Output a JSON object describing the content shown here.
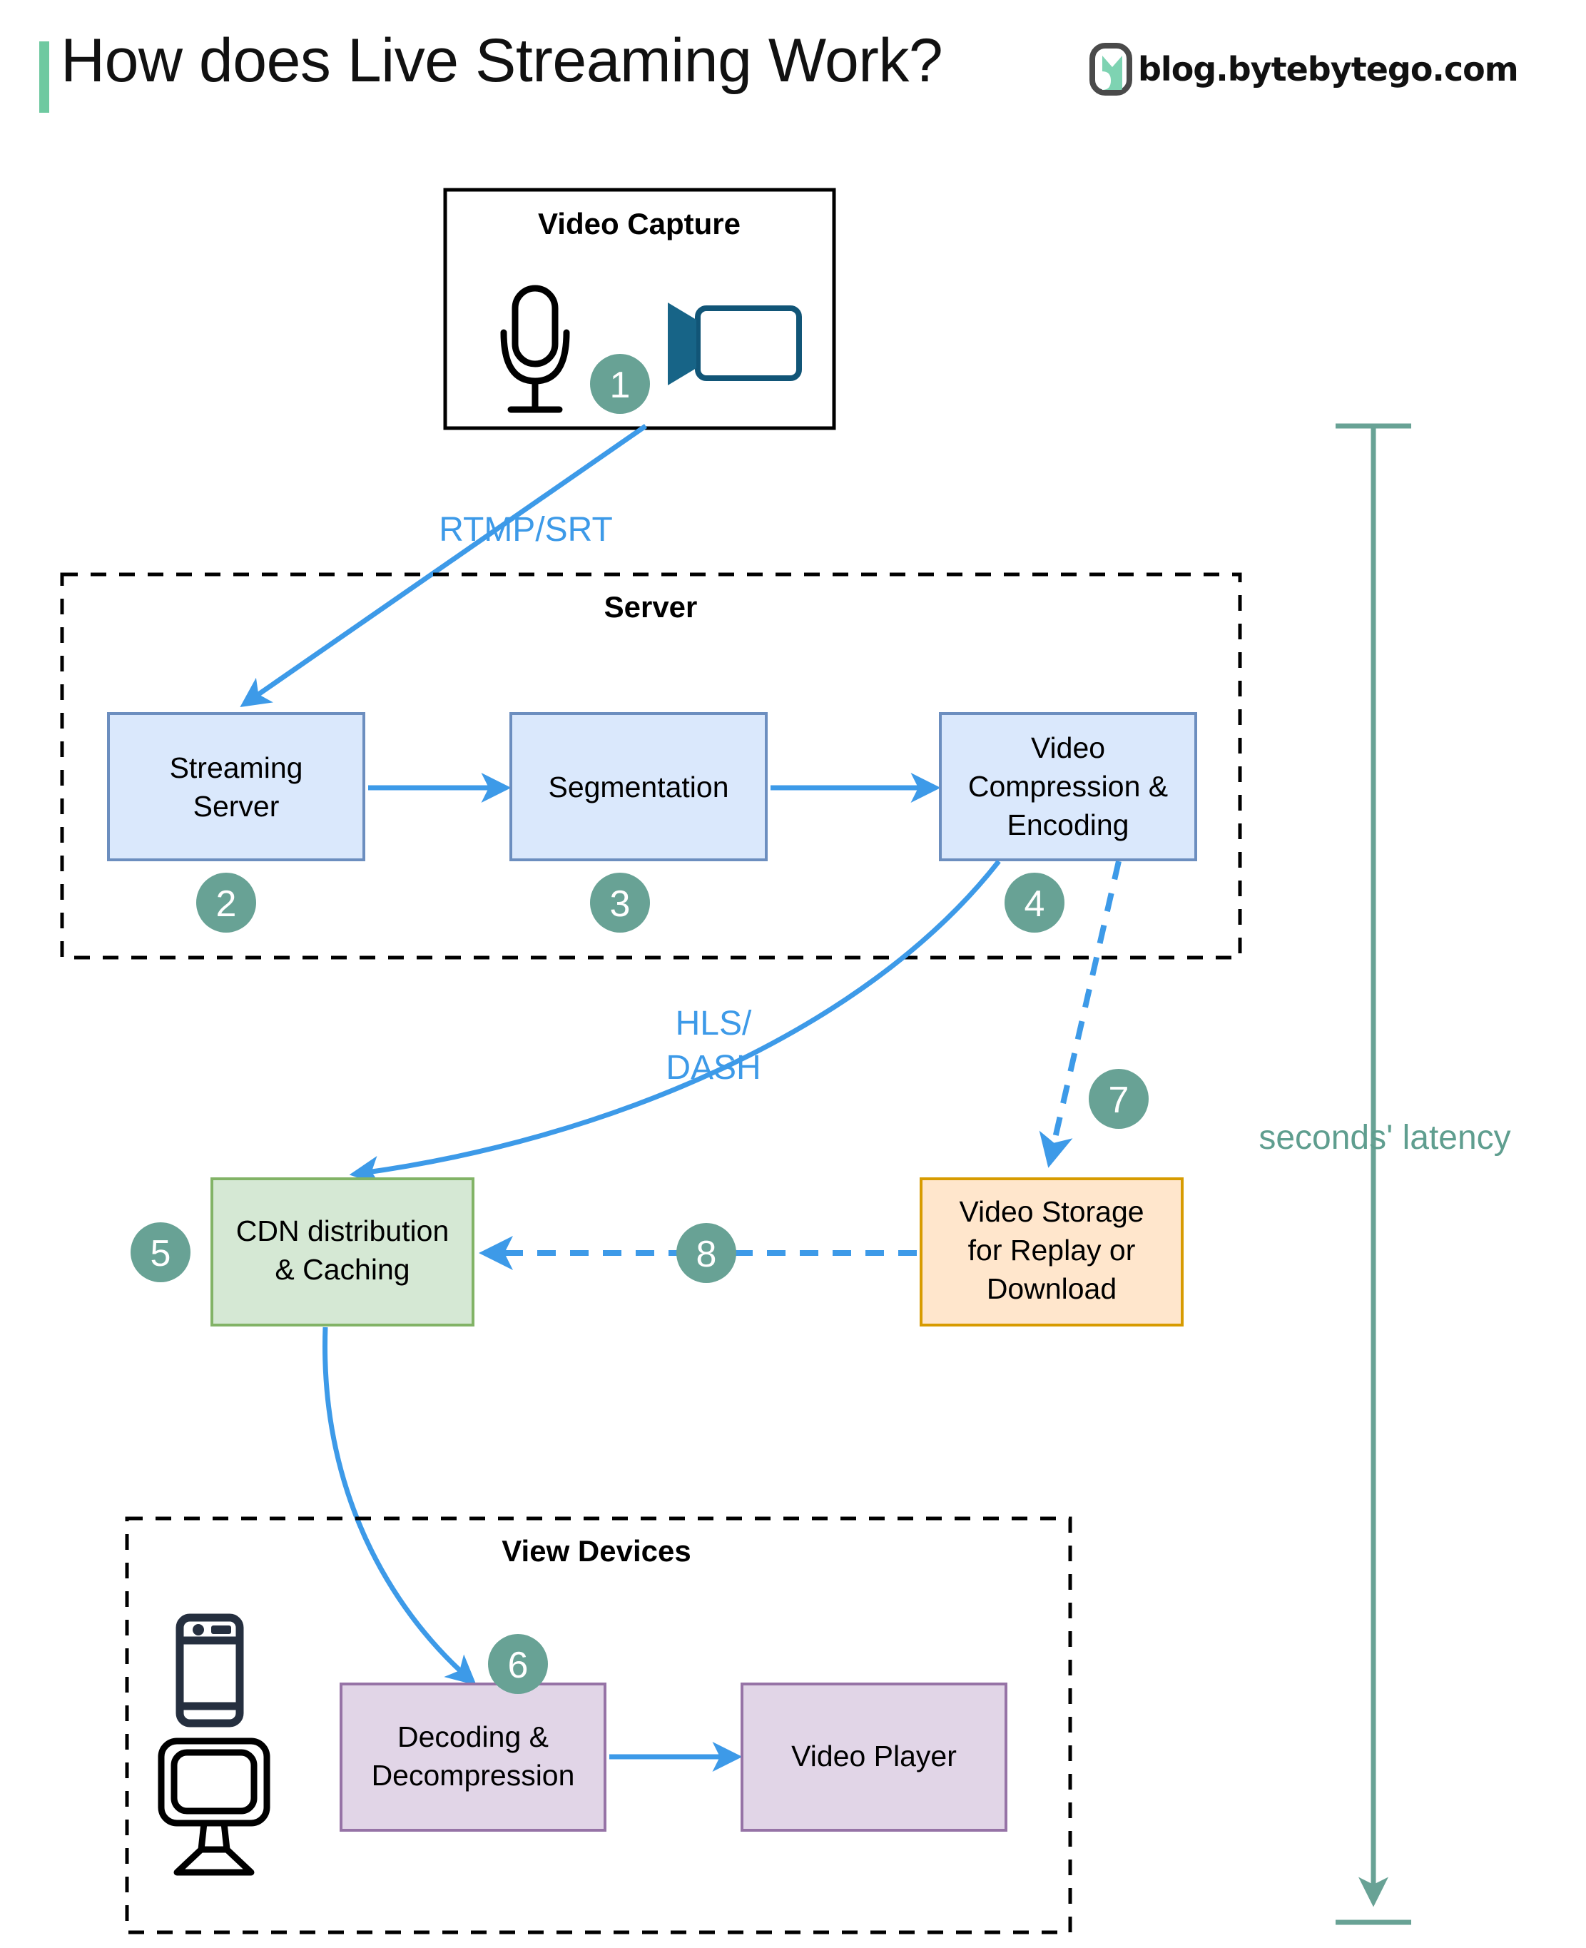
{
  "header": {
    "title": "How does Live Streaming Work?",
    "brand_text": "blog.bytebytego.com",
    "accent_color": "#6ec9a0"
  },
  "colors": {
    "badge": "#68a295",
    "flow": "#3d9ae8",
    "latency": "#5f9e8f",
    "blue_fill": "#dae8fc",
    "blue_stroke": "#6c8ebf",
    "green_fill": "#d5e8d4",
    "green_stroke": "#82b366",
    "orange_fill": "#ffe6cc",
    "orange_stroke": "#d79b00",
    "purple_fill": "#e1d5e7",
    "purple_stroke": "#9673a6"
  },
  "groups": {
    "capture": {
      "title": "Video Capture"
    },
    "server": {
      "title": "Server"
    },
    "view_devices": {
      "title": "View Devices"
    }
  },
  "nodes": {
    "streaming_server": {
      "line1": "Streaming",
      "line2": "Server"
    },
    "segmentation": {
      "line1": "Segmentation"
    },
    "video_compression": {
      "line1": "Video",
      "line2": "Compression &",
      "line3": "Encoding"
    },
    "cdn": {
      "line1": "CDN distribution",
      "line2": "& Caching"
    },
    "video_storage": {
      "line1": "Video Storage",
      "line2": "for Replay or",
      "line3": "Download"
    },
    "decoding": {
      "line1": "Decoding &",
      "line2": "Decompression"
    },
    "video_player": {
      "line1": "Video Player"
    }
  },
  "edges": {
    "rtmp_srt": "RTMP/SRT",
    "hls_line1": "HLS/",
    "hls_line2": "DASH"
  },
  "badges": {
    "b1": "1",
    "b2": "2",
    "b3": "3",
    "b4": "4",
    "b5": "5",
    "b6": "6",
    "b7": "7",
    "b8": "8"
  },
  "latency": {
    "label": "seconds' latency"
  },
  "icons": {
    "microphone": "microphone-icon",
    "video_camera": "video-camera-icon",
    "mobile_phone": "mobile-phone-icon",
    "desktop_monitor": "desktop-monitor-icon",
    "brand_logo": "bytebytego-logo-icon"
  }
}
